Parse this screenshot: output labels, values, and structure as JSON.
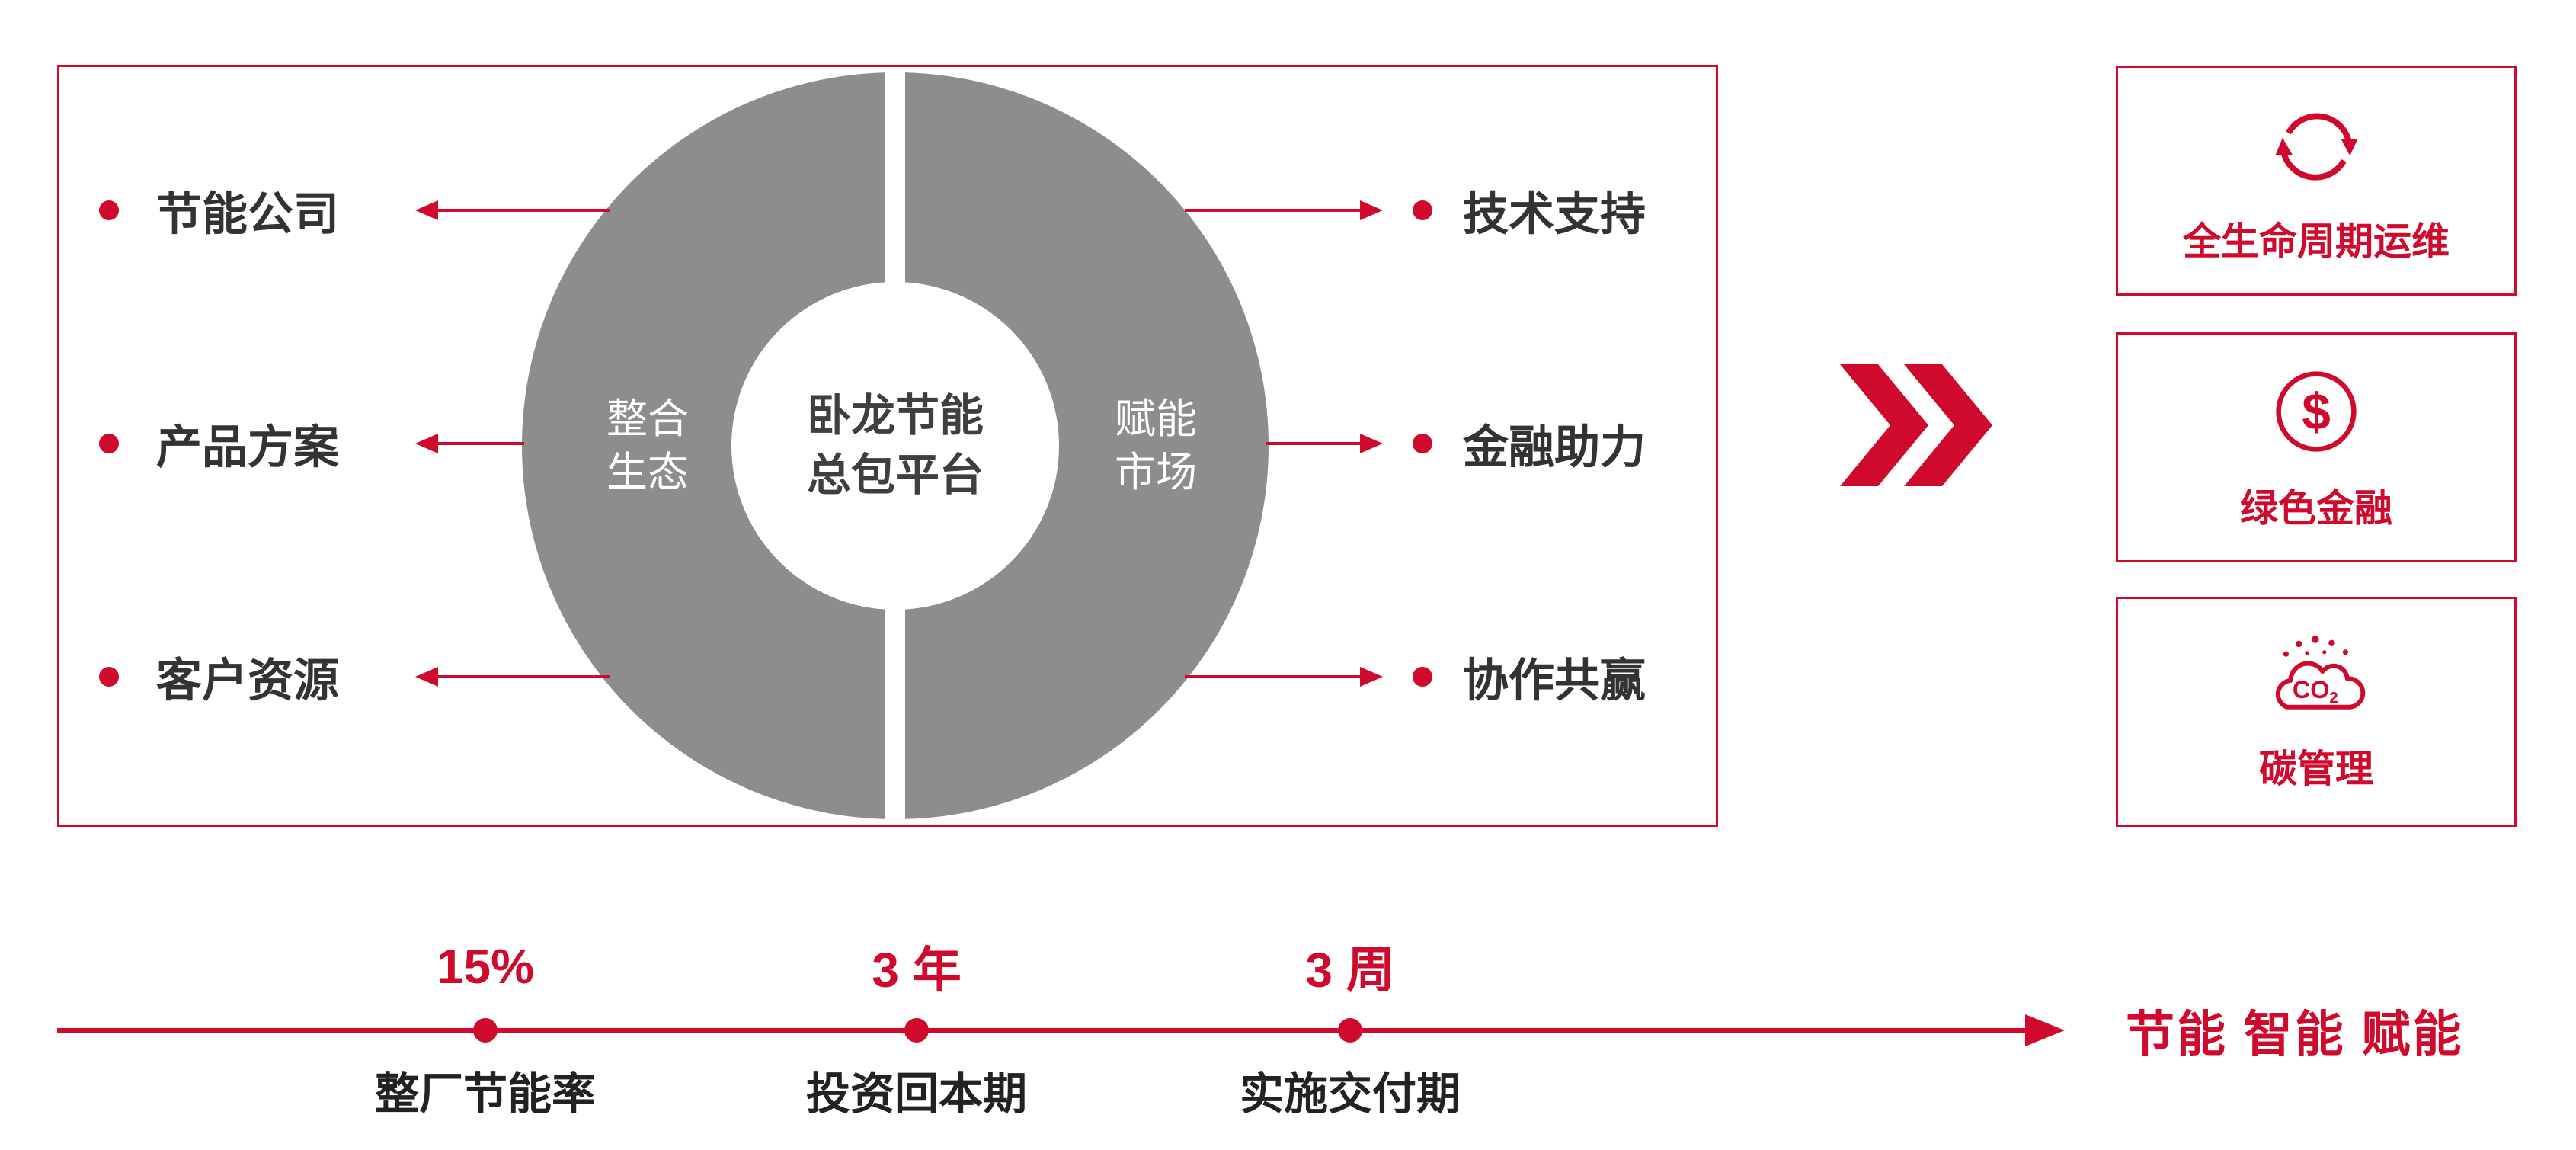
{
  "colors": {
    "red": "#cf0a2c",
    "gray": "#8d8d8e",
    "text_dark": "#333333"
  },
  "platform_box": {
    "donut": {
      "center_line1": "卧龙节能",
      "center_line2": "总包平台",
      "left_label_line1": "整合",
      "left_label_line2": "生态",
      "right_label_line1": "赋能",
      "right_label_line2": "市场"
    },
    "left_items": [
      "节能公司",
      "产品方案",
      "客户资源"
    ],
    "right_items": [
      "技术支持",
      "金融助力",
      "协作共赢"
    ]
  },
  "outcome_cards": [
    {
      "icon": "lifecycle-refresh-icon",
      "label": "全生命周期运维"
    },
    {
      "icon": "dollar-circle-icon",
      "label": "绿色金融"
    },
    {
      "icon": "co2-cloud-icon",
      "label": "碳管理"
    }
  ],
  "timeline": {
    "milestones": [
      {
        "value": "15%",
        "label": "整厂节能率"
      },
      {
        "value": "3 年",
        "label": "投资回本期"
      },
      {
        "value": "3 周",
        "label": "实施交付期"
      }
    ],
    "slogan": "节能 智能 赋能"
  }
}
